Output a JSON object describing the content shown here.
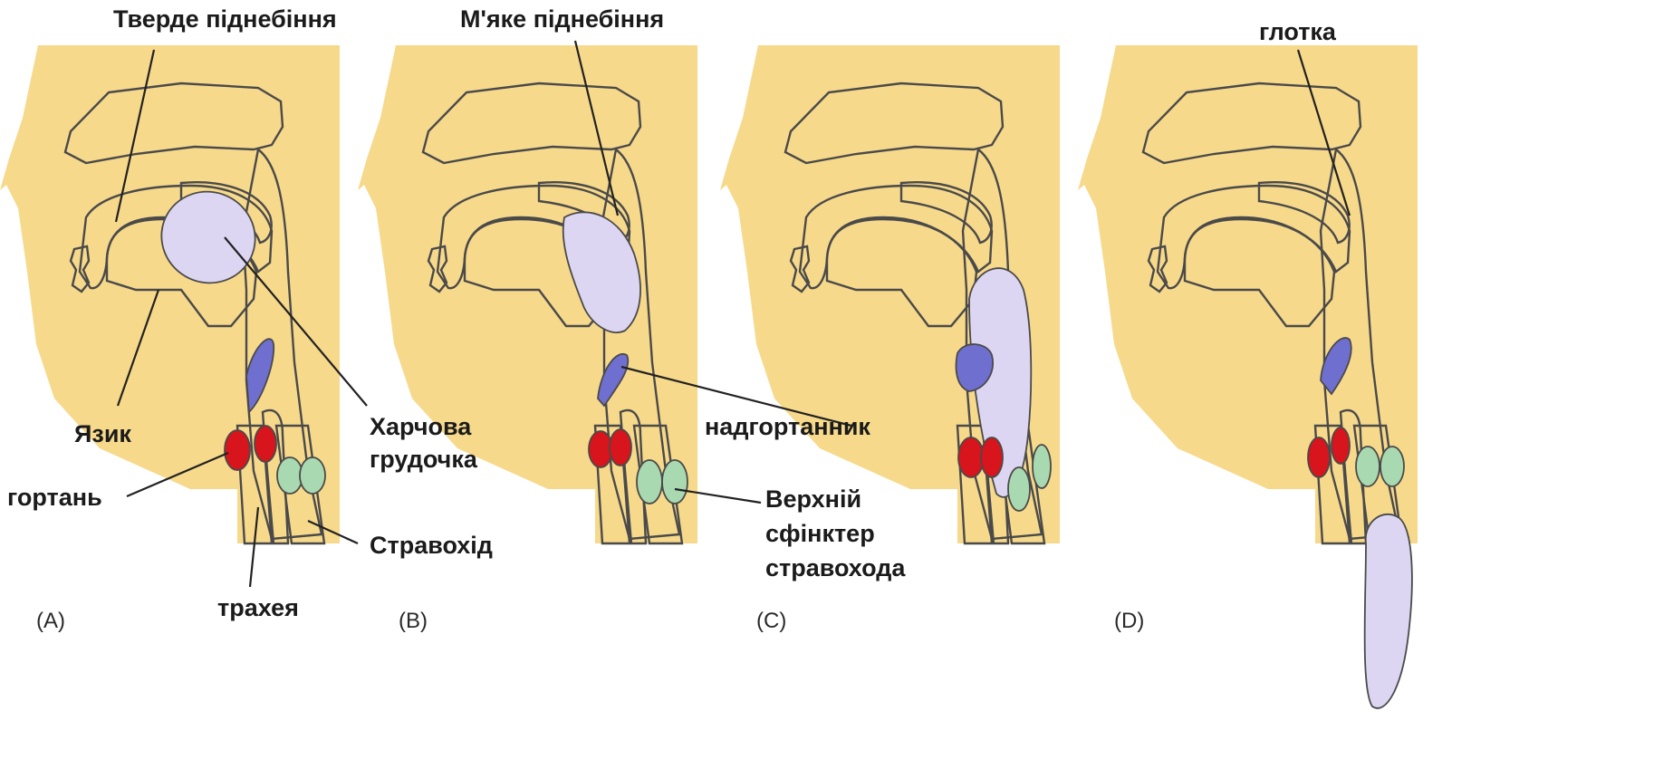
{
  "colors": {
    "tissue": "#f7d98b",
    "outline": "#4a4a4a",
    "bolus": "#dcd6f2",
    "epiglottis": "#6f6fd0",
    "larynx": "#d8141c",
    "sphincter": "#a9d9b0"
  },
  "labels": {
    "hard_palate": "Тверде піднебіння",
    "soft_palate": "М'яке піднебіння",
    "pharynx": "глотка",
    "tongue": "Язик",
    "bolus_line1": "Харчова",
    "bolus_line2": "грудочка",
    "epiglottis": "надгортанник",
    "larynx": "гортань",
    "sphincter_line1": "Верхній",
    "sphincter_line2": "сфінктер",
    "sphincter_line3": "стравохода",
    "esophagus": "Стравохід",
    "trachea": "трахея"
  },
  "panels": [
    {
      "letter": "(A)"
    },
    {
      "letter": "(B)"
    },
    {
      "letter": "(C)"
    },
    {
      "letter": "(D)"
    }
  ]
}
